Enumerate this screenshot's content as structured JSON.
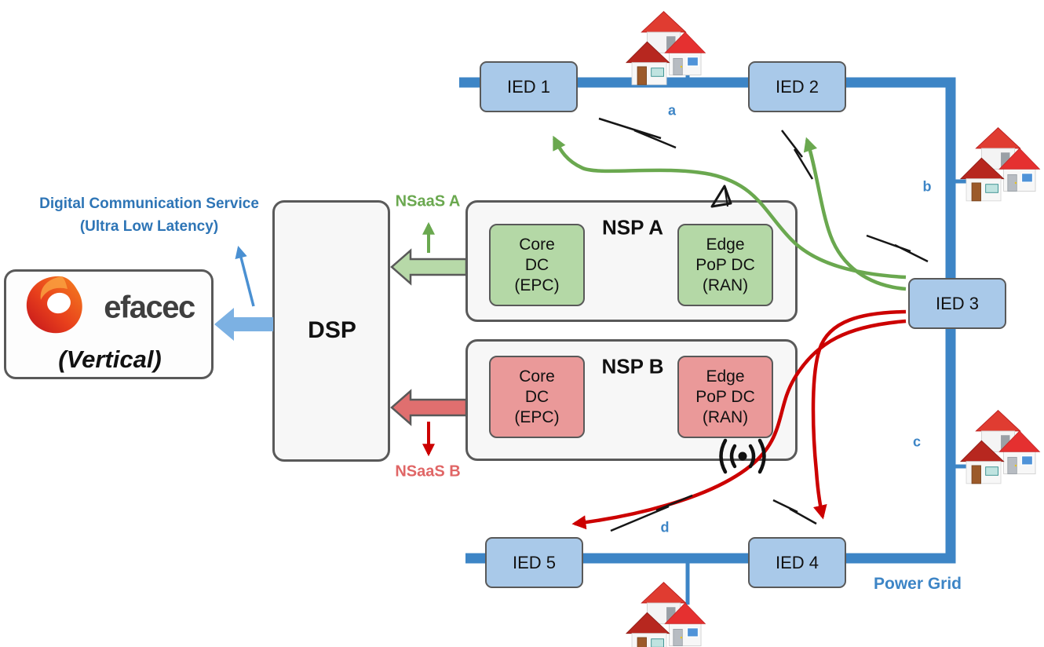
{
  "vertical": {
    "service_label_line1": "Digital Communication Service",
    "service_label_line2": "(Ultra Low Latency)",
    "logo_text": "efacec",
    "role_label": "(Vertical)"
  },
  "dsp": {
    "label": "DSP"
  },
  "nsp_a": {
    "title": "NSP A",
    "nsaas_label": "NSaaS A",
    "core_dc": {
      "line1": "Core",
      "line2": "DC",
      "line3": "(EPC)"
    },
    "edge_dc": {
      "line1": "Edge",
      "line2": "PoP DC",
      "line3": "(RAN)"
    }
  },
  "nsp_b": {
    "title": "NSP B",
    "nsaas_label": "NSaaS B",
    "core_dc": {
      "line1": "Core",
      "line2": "DC",
      "line3": "(EPC)"
    },
    "edge_dc": {
      "line1": "Edge",
      "line2": "PoP DC",
      "line3": "(RAN)"
    }
  },
  "grid": {
    "label": "Power Grid",
    "ied1": "IED 1",
    "ied2": "IED 2",
    "ied3": "IED 3",
    "ied4": "IED 4",
    "ied5": "IED 5",
    "link_a": "a",
    "link_b": "b",
    "link_c": "c",
    "link_d": "d"
  },
  "icons": {
    "houses": "house-cluster-icon",
    "wireless": "wireless-signal-icon",
    "antenna": "antenna-mast-icon",
    "flash": "wireless-link-flash-icon",
    "logo": "efacec-logo-icon"
  },
  "colors": {
    "grid_blue": "#3d85c6",
    "service_text_blue": "#2e75b6",
    "arrow_blue": "#7cb1e3",
    "green": "#6aa84f",
    "green_arrow_fill": "#b7d9a8",
    "green_box": "#b4d8a6",
    "red": "#cc0000",
    "soft_red": "#e06666",
    "red_box": "#ea9999",
    "ied_blue": "#a9c9e9",
    "panel_gray": "#f7f7f7",
    "border_gray": "#595959"
  }
}
